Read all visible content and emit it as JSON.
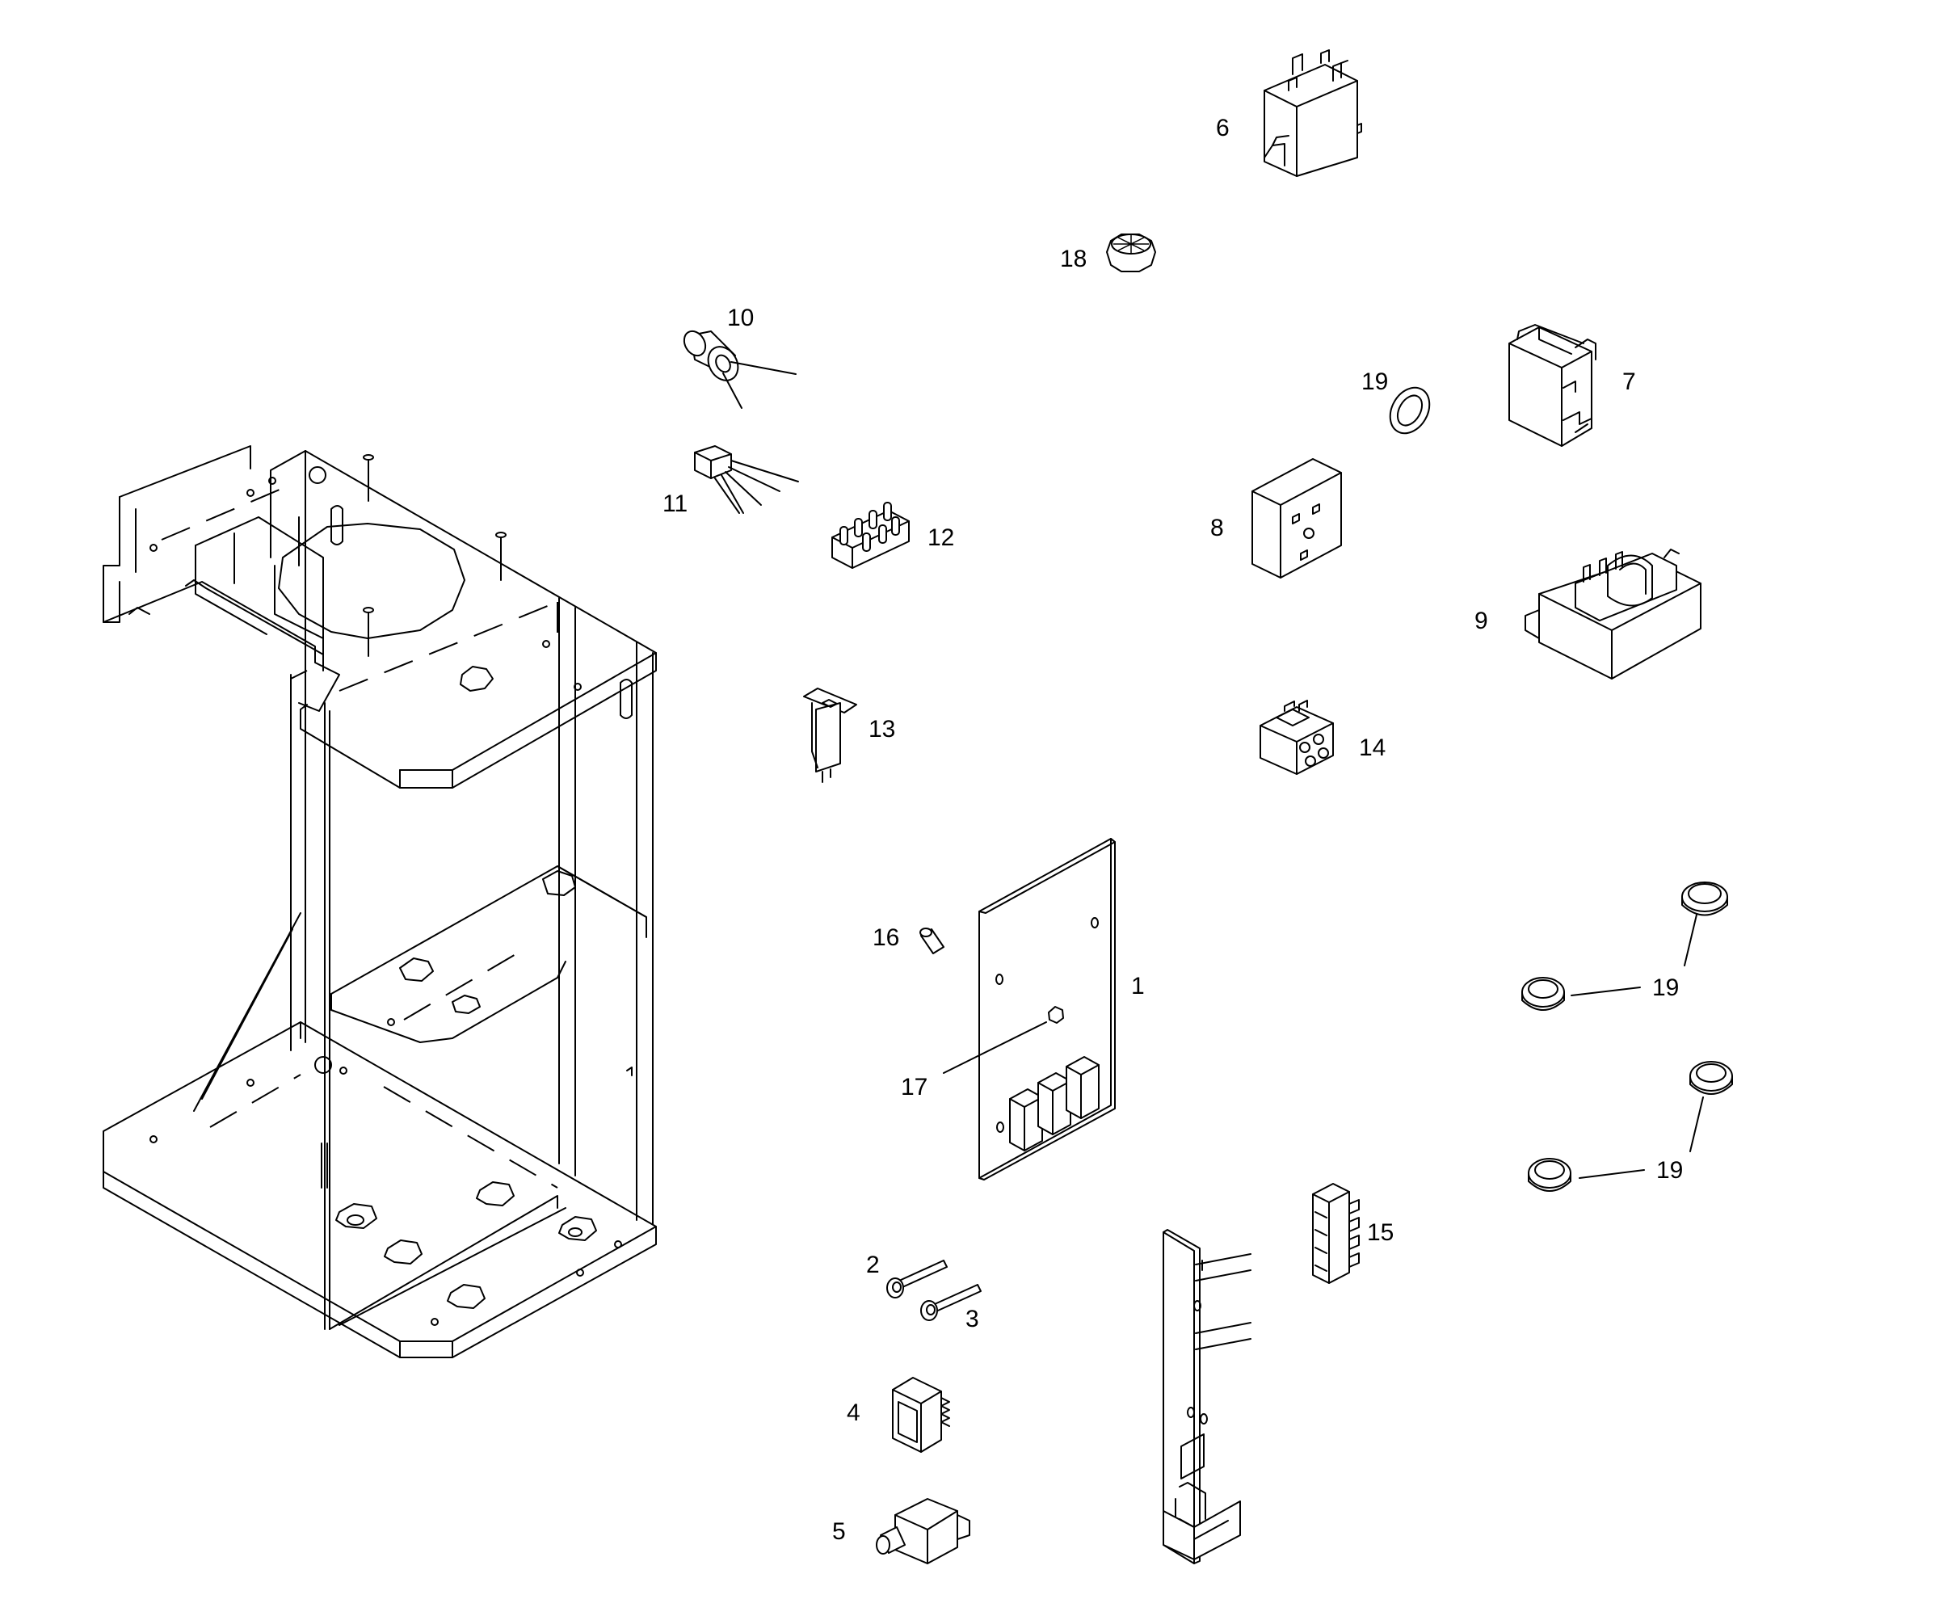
{
  "diagram": {
    "labels": {
      "p1": "1",
      "p2": "2",
      "p3": "3",
      "p4": "4",
      "p5": "5",
      "p6": "6",
      "p7": "7",
      "p8": "8",
      "p9": "9",
      "p10": "10",
      "p11": "11",
      "p12": "12",
      "p13": "13",
      "p14": "14",
      "p15": "15",
      "p16": "16",
      "p17": "17",
      "p18": "18",
      "p19a": "19",
      "p19b": "19",
      "p19c": "19"
    }
  }
}
